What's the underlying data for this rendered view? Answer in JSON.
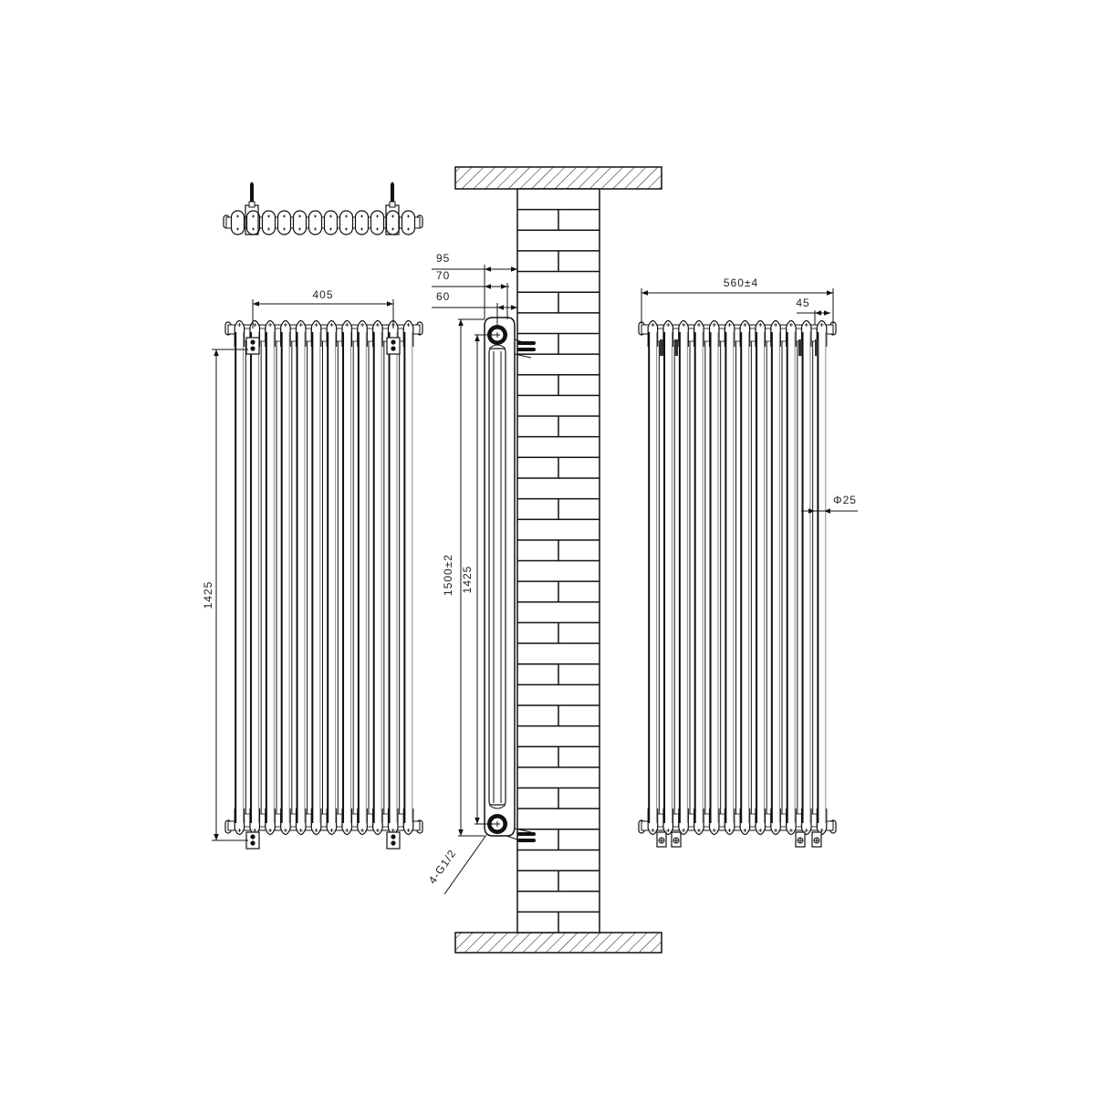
{
  "drawing": {
    "subject": "Column radiator technical drawing",
    "background": "#ffffff",
    "line_color": "#111111",
    "views": {
      "top_view": {
        "label": "Top view (plan)",
        "columns": 12,
        "brackets": 2
      },
      "front_view": {
        "label": "Front elevation",
        "columns": 12,
        "dim_bracket_spacing": "405",
        "dim_height": "1425"
      },
      "side_view": {
        "label": "Side elevation mounted on wall",
        "dim_depth_outer": "95",
        "dim_depth_mid": "70",
        "dim_depth_inner": "60",
        "dim_overall_height": "1500±2",
        "dim_connection_height": "1425",
        "connection_note": "4-G1/2"
      },
      "rear_view": {
        "label": "Rear elevation",
        "columns": 12,
        "dim_overall_width": "560±4",
        "dim_column_pitch": "45",
        "dim_tube_diameter": "Φ25"
      },
      "wall": {
        "label": "Brick wall section with floor and ceiling slabs"
      }
    }
  }
}
